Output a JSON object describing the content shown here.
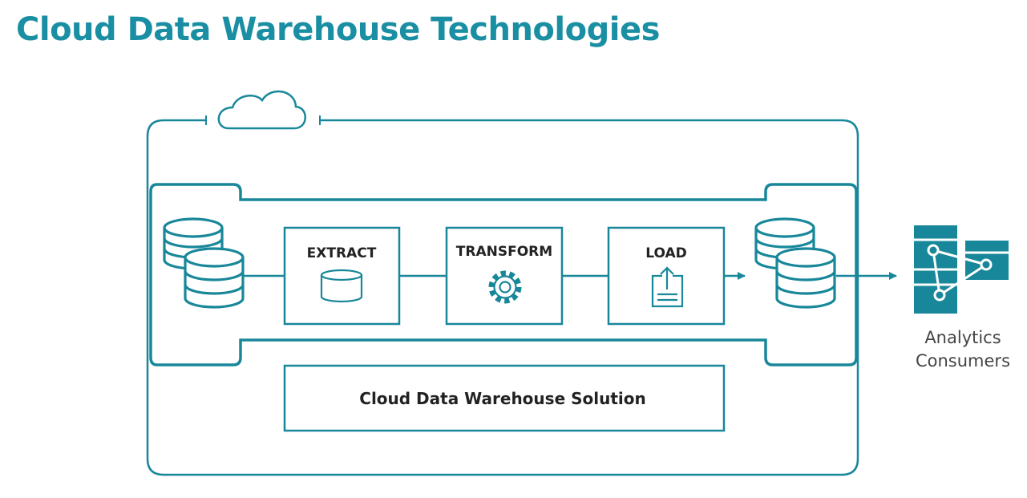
{
  "title": "Cloud Data Warehouse Technologies",
  "pipeline": {
    "extract": "EXTRACT",
    "transform": "TRANSFORM",
    "load": "LOAD"
  },
  "solution_label": "Cloud Data Warehouse Solution",
  "consumers": {
    "line1": "Analytics",
    "line2": "Consumers"
  },
  "colors": {
    "accent": "#18879a",
    "title": "#1a8fa3",
    "text": "#222222",
    "consumer_text": "#444444"
  },
  "icons": [
    "cloud-icon",
    "database-icon",
    "cylinder-icon",
    "gear-icon",
    "upload-document-icon",
    "analytics-network-icon"
  ]
}
